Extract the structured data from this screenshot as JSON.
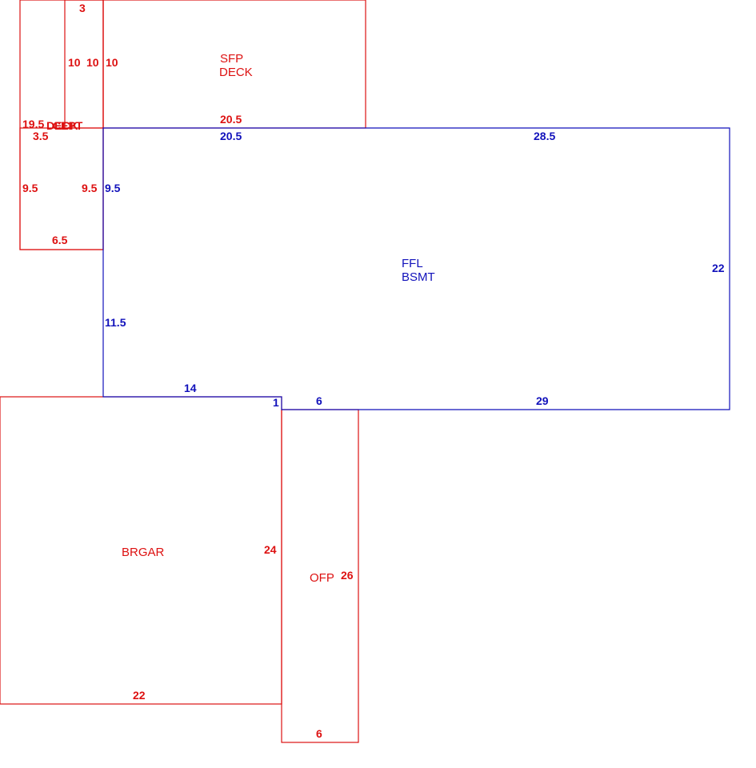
{
  "colors": {
    "red": "#dd1111",
    "blue": "#1111bb",
    "background": "#ffffff"
  },
  "areas": {
    "ffl": {
      "label_line1": "FFL",
      "label_line2": "BSMT",
      "dims": {
        "top_left": "20.5",
        "top_right": "28.5",
        "left_upper": "9.5",
        "left_lower": "11.5",
        "right": "22",
        "bottom_left": "14",
        "step": "1",
        "bottom_mid": "6",
        "bottom_right": "29"
      }
    },
    "sfp_deck": {
      "label_line1": "SFP",
      "label_line2": "DECK",
      "dims": {
        "bottom": "20.5",
        "left": "10"
      }
    },
    "narrow_strip": {
      "dims": {
        "top": "3",
        "left": "10",
        "right": "10"
      }
    },
    "left_piece": {
      "overlap_text": "19.5",
      "overlap_label_1": "DECK",
      "overlap_label_2": "CEPT",
      "dims": {
        "top": "3.5",
        "left": "9.5",
        "right": "9.5",
        "bottom": "6.5"
      }
    },
    "brgar": {
      "label": "BRGAR",
      "dims": {
        "right": "24",
        "bottom": "22"
      }
    },
    "ofp": {
      "label": "OFP",
      "dims": {
        "right": "26",
        "bottom": "6"
      }
    }
  }
}
